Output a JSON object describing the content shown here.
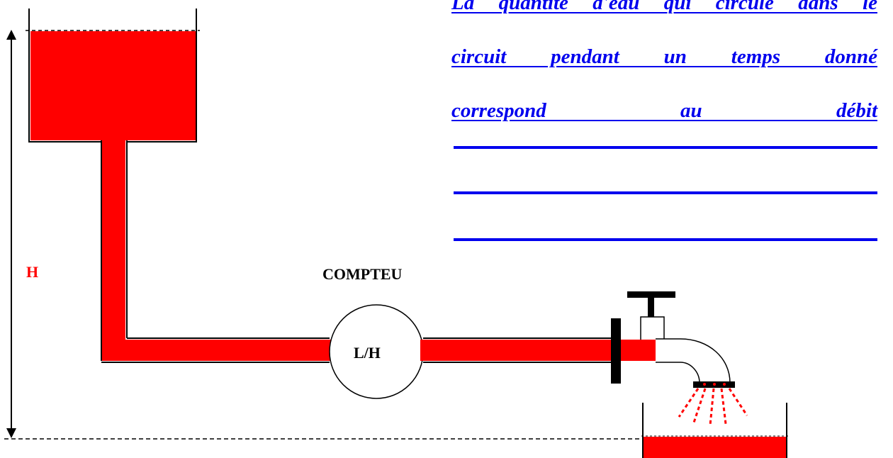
{
  "colors": {
    "water": "#ff0000",
    "outline": "#000000",
    "text_blue": "#0000ee",
    "label_red": "#ff0000"
  },
  "labels": {
    "height": "H",
    "meter": "COMPTEU",
    "meter_unit": "L/H"
  },
  "text": {
    "lines": [
      "La quantité d'eau qui circule dans le",
      "circuit pendant un temps donné",
      "correspond au débit"
    ],
    "blank_lines": 3
  }
}
